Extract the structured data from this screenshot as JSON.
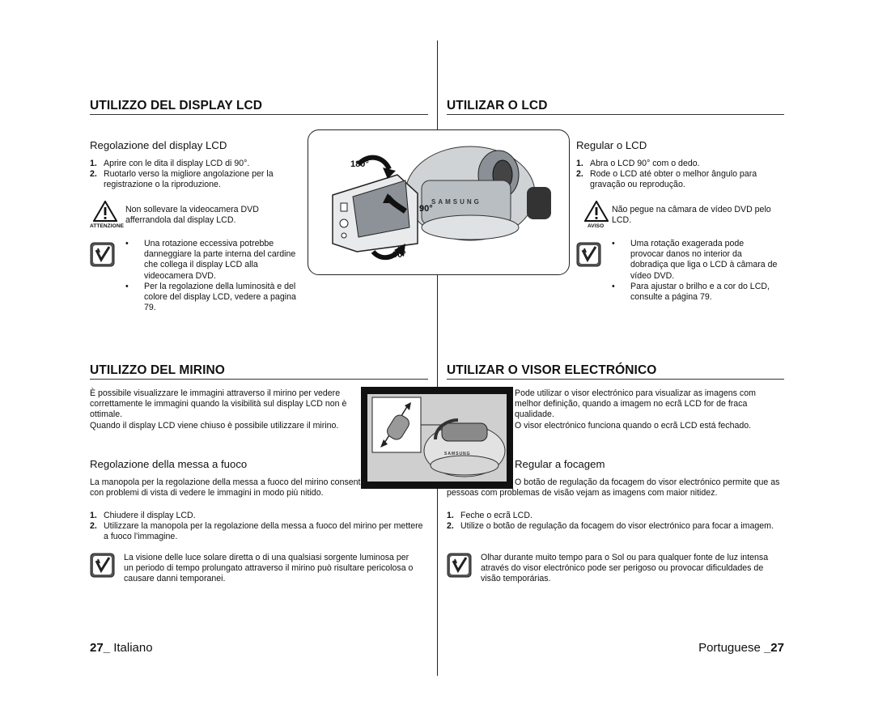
{
  "left": {
    "lcd": {
      "title": "UTILIZZO DEL DISPLAY LCD",
      "subtitle": "Regolazione del display LCD",
      "steps": [
        {
          "num": "1.",
          "text": "Aprire con le dita il display LCD di 90°."
        },
        {
          "num": "2.",
          "text": "Ruotarlo verso la migliore angolazione per la registrazione o la riproduzione."
        }
      ],
      "warning_label": "ATTENZIONE",
      "warning_text": "Non sollevare la videocamera DVD afferrandola dal display LCD.",
      "notes": [
        "Una rotazione eccessiva potrebbe danneggiare la parte interna del cardine che collega il display LCD alla videocamera DVD.",
        "Per la regolazione della luminosità e del colore del display LCD, vedere a pagina 79."
      ]
    },
    "viewfinder": {
      "title": "UTILIZZO DEL MIRINO",
      "intro": "È possibile visualizzare le immagini attraverso il mirino per vedere correttamente le immagini quando la visibilità sul display LCD non è ottimale.",
      "intro2": "Quando il display LCD viene chiuso è possibile utilizzare il mirino.",
      "subtitle": "Regolazione della messa a fuoco",
      "focus_text": "La manopola per la regolazione della messa a fuoco del mirino consente alle persone con problemi di vista di vedere le immagini in modo più nitido.",
      "steps": [
        {
          "num": "1.",
          "text": "Chiudere il display LCD."
        },
        {
          "num": "2.",
          "text": "Utilizzare la manopola per la regolazione della messa a fuoco del mirino per mettere a fuoco l’immagine."
        }
      ],
      "note": "La visione delle luce solare diretta o di una qualsiasi sorgente luminosa per un periodo di tempo prolungato attraverso il mirino può risultare pericolosa o causare danni temporanei."
    },
    "footer": {
      "page": "27_",
      "lang": "Italiano"
    }
  },
  "right": {
    "lcd": {
      "title": "UTILIZAR O LCD",
      "subtitle": "Regular o LCD",
      "steps": [
        {
          "num": "1.",
          "text": "Abra o LCD 90° com o dedo."
        },
        {
          "num": "2.",
          "text": "Rode o LCD até obter o melhor ângulo para gravação ou reprodução."
        }
      ],
      "warning_label": "AVISO",
      "warning_text": "Não pegue na câmara de vídeo DVD pelo LCD.",
      "notes": [
        "Uma rotação exagerada pode provocar danos no interior da dobradiça que liga o LCD à câmara de vídeo DVD.",
        "Para ajustar o brilho e a cor do LCD, consulte a página 79."
      ]
    },
    "viewfinder": {
      "title": "UTILIZAR O VISOR ELECTRÓNICO",
      "intro": "Pode utilizar o visor electrónico para visualizar as imagens com melhor definição, quando a imagem no ecrã LCD for de fraca qualidade.",
      "intro2": "O visor electrónico funciona quando o ecrã LCD está fechado.",
      "subtitle": "Regular a focagem",
      "focus_text": "O botão de regulação da focagem do visor electrónico permite que as pessoas com problemas de visão vejam as imagens com maior nitidez.",
      "steps": [
        {
          "num": "1.",
          "text": "Feche o ecrã LCD."
        },
        {
          "num": "2.",
          "text": "Utilize o botão de regulação da focagem do visor electrónico para focar a imagem."
        }
      ],
      "note": "Olhar durante muito tempo para o Sol ou para qualquer fonte de luz intensa através do visor electrónico pode ser perigoso ou provocar dificuldades de visão temporárias."
    },
    "footer": {
      "lang": "Portuguese",
      "page": "_27"
    }
  },
  "figures": {
    "lcd": {
      "angle_180": "180°",
      "angle_90_side": "90°",
      "angle_90_bottom": "90°",
      "brand": "SAMSUNG"
    },
    "viewfinder": {
      "brand": "SAMSUNG"
    }
  }
}
